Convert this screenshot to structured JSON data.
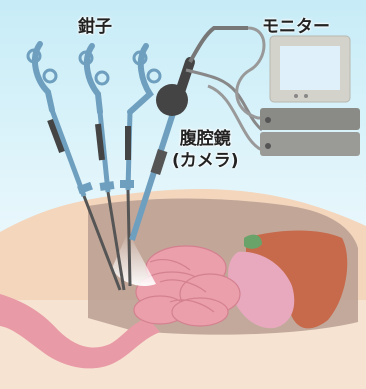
{
  "labels": {
    "forceps": "鉗子",
    "monitor": "モニター",
    "laparoscope": "腹腔鏡",
    "camera": "(カメラ)"
  },
  "icons": [
    "forceps-icon",
    "laparoscope-icon",
    "monitor-icon",
    "light-source-icon"
  ],
  "colors": {
    "background_top": "#c7ecf7",
    "skin": "#f4d6bd",
    "abdominal_cavity": "#b89f93",
    "intestine": "#e89aa6",
    "liver": "#c76a4c",
    "stomach": "#e8a9bf",
    "instrument_blue": "#6f9fbf",
    "instrument_dark": "#444444",
    "monitor_frame": "#d3d3cc",
    "monitor_screen": "#dff0fb"
  }
}
